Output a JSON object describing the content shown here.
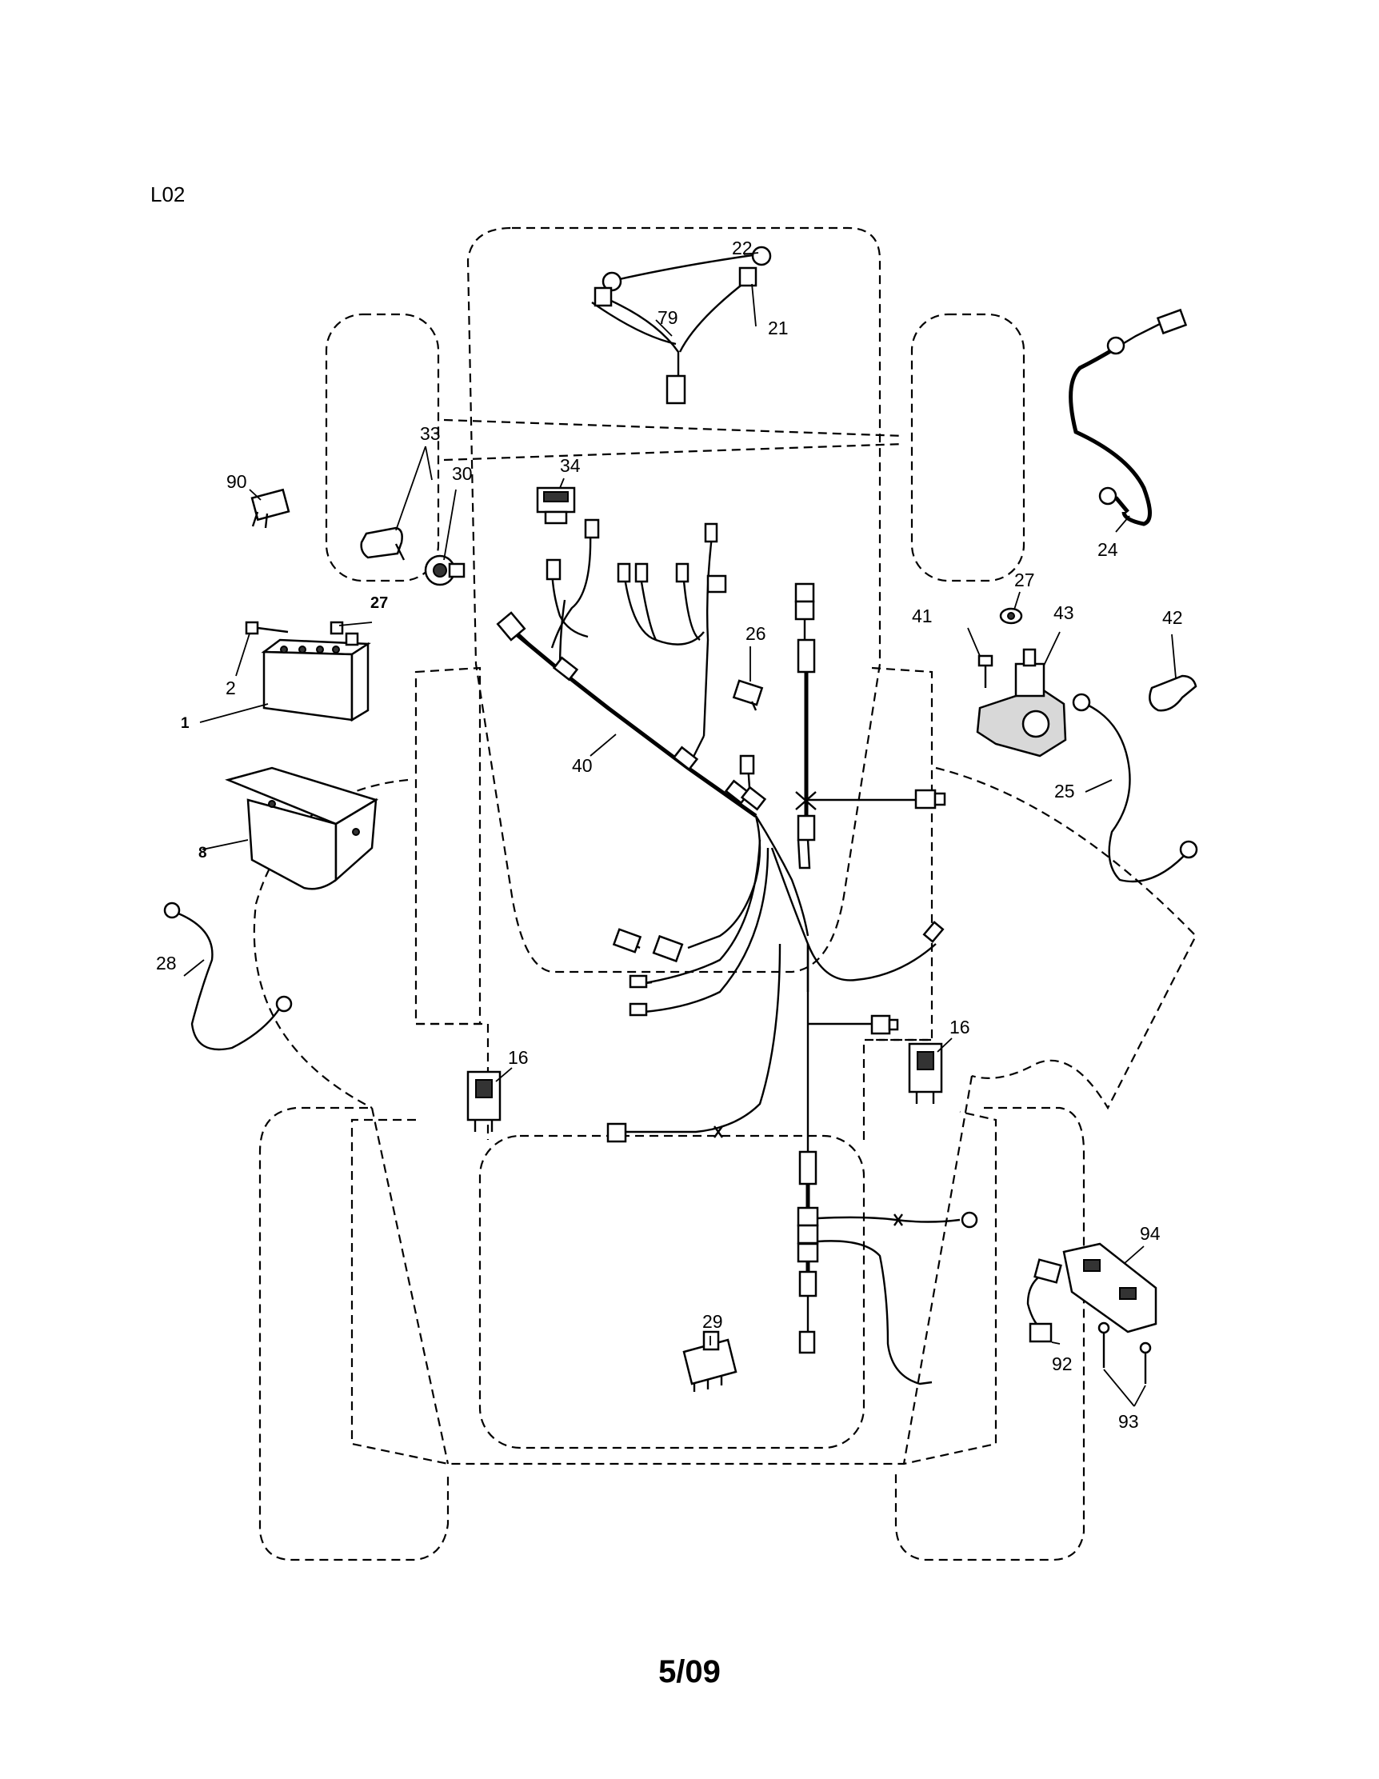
{
  "header": {
    "diagram_code": "L02"
  },
  "footer": {
    "page_date": "5/09"
  },
  "callouts": [
    {
      "id": "c-22",
      "text": "22"
    },
    {
      "id": "c-79",
      "text": "79"
    },
    {
      "id": "c-21",
      "text": "21"
    },
    {
      "id": "c-33",
      "text": "33"
    },
    {
      "id": "c-90",
      "text": "90"
    },
    {
      "id": "c-30",
      "text": "30"
    },
    {
      "id": "c-34",
      "text": "34"
    },
    {
      "id": "c-24",
      "text": "24"
    },
    {
      "id": "c-27a",
      "text": "27"
    },
    {
      "id": "c-2",
      "text": "2"
    },
    {
      "id": "c-1",
      "text": "1"
    },
    {
      "id": "c-27b",
      "text": "27"
    },
    {
      "id": "c-41",
      "text": "41"
    },
    {
      "id": "c-43",
      "text": "43"
    },
    {
      "id": "c-42",
      "text": "42"
    },
    {
      "id": "c-26",
      "text": "26"
    },
    {
      "id": "c-40",
      "text": "40"
    },
    {
      "id": "c-25",
      "text": "25"
    },
    {
      "id": "c-8",
      "text": "8"
    },
    {
      "id": "c-28",
      "text": "28"
    },
    {
      "id": "c-16a",
      "text": "16"
    },
    {
      "id": "c-16b",
      "text": "16"
    },
    {
      "id": "c-94",
      "text": "94"
    },
    {
      "id": "c-29",
      "text": "29"
    },
    {
      "id": "c-92",
      "text": "92"
    },
    {
      "id": "c-93",
      "text": "93"
    }
  ]
}
